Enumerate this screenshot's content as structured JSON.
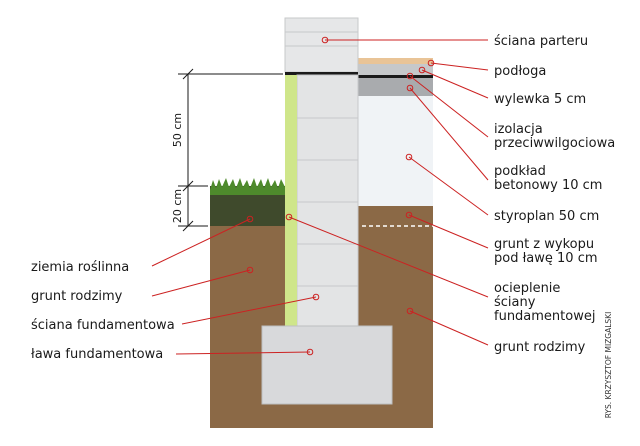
{
  "labels": {
    "sciana_parteru": "ściana parteru",
    "podloga": "podłoga",
    "wylewka": "wylewka 5 cm",
    "izolacja_1": "izolacja",
    "izolacja_2": "przeciwwilgociowa",
    "podklad_1": "podkład",
    "podklad_2": "betonowy 10 cm",
    "styroplan": "styroplan 50 cm",
    "grunt_wykopu_1": "grunt z wykopu",
    "grunt_wykopu_2": "pod ławę 10 cm",
    "ocieplenie_1": "ocieplenie",
    "ocieplenie_2": "ściany",
    "ocieplenie_3": "fundamentowej",
    "grunt_rodzimy_right": "grunt rodzimy",
    "ziemia_roslinna": "ziemia roślinna",
    "grunt_rodzimy_left": "grunt rodzimy",
    "sciana_fundamentowa": "ściana fundamentowa",
    "lawa_fundamentowa": "ława fundamentowa"
  },
  "dimensions": {
    "d50": "50 cm",
    "d20": "20 cm"
  },
  "credit": "RYS. KRZYSZTOF MIZGALSKI",
  "colors": {
    "soil": "#8b6946",
    "topsoil": "#3f4a2c",
    "grass": "#4e8a2c",
    "concrete": "#e3e4e5",
    "styrofoam": "#f0f3f6",
    "insulation": "#cfe68a",
    "screed": "#a9abae",
    "floor": "#e9c497",
    "leader": "#cc2222"
  }
}
